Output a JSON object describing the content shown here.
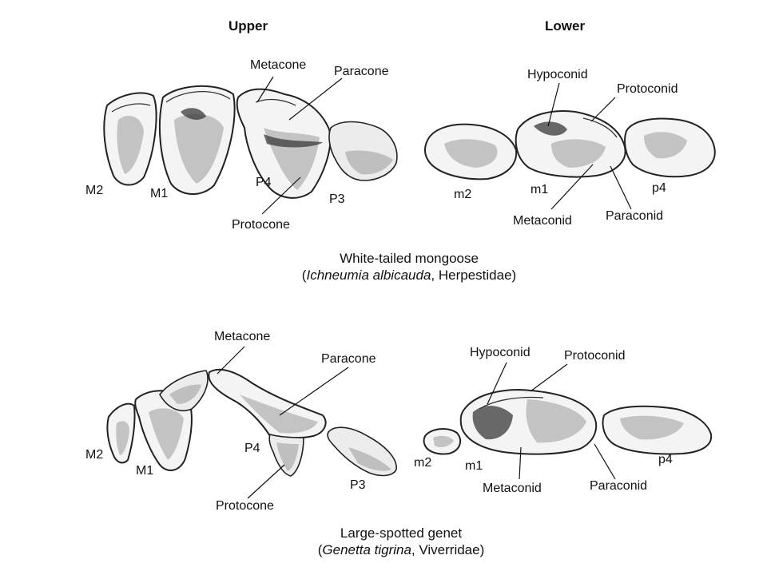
{
  "headers": {
    "upper": "Upper",
    "lower": "Lower"
  },
  "mongoose": {
    "labels": {
      "metacone": "Metacone",
      "paracone": "Paracone",
      "protocone": "Protocone",
      "m2_upper": "M2",
      "m1_upper": "M1",
      "p4_upper": "P4",
      "p3_upper": "P3",
      "hypoconid": "Hypoconid",
      "protoconid": "Protoconid",
      "metaconid": "Metaconid",
      "paraconid": "Paraconid",
      "m2_lower": "m2",
      "m1_lower": "m1",
      "p4_lower": "p4"
    },
    "caption_common": "White-tailed mongoose",
    "caption_open": "(",
    "caption_sci": "Ichneumia albicauda",
    "caption_family": ", Herpestidae)"
  },
  "genet": {
    "labels": {
      "metacone": "Metacone",
      "paracone": "Paracone",
      "protocone": "Protocone",
      "m2_upper": "M2",
      "m1_upper": "M1",
      "p4_upper": "P4",
      "p3_upper": "P3",
      "hypoconid": "Hypoconid",
      "protoconid": "Protoconid",
      "metaconid": "Metaconid",
      "paraconid": "Paraconid",
      "m2_lower": "m2",
      "m1_lower": "m1",
      "p4_lower": "p4"
    },
    "caption_common": "Large-spotted genet",
    "caption_open": "(",
    "caption_sci": "Genetta tigrina",
    "caption_family": ", Viverridae)"
  }
}
